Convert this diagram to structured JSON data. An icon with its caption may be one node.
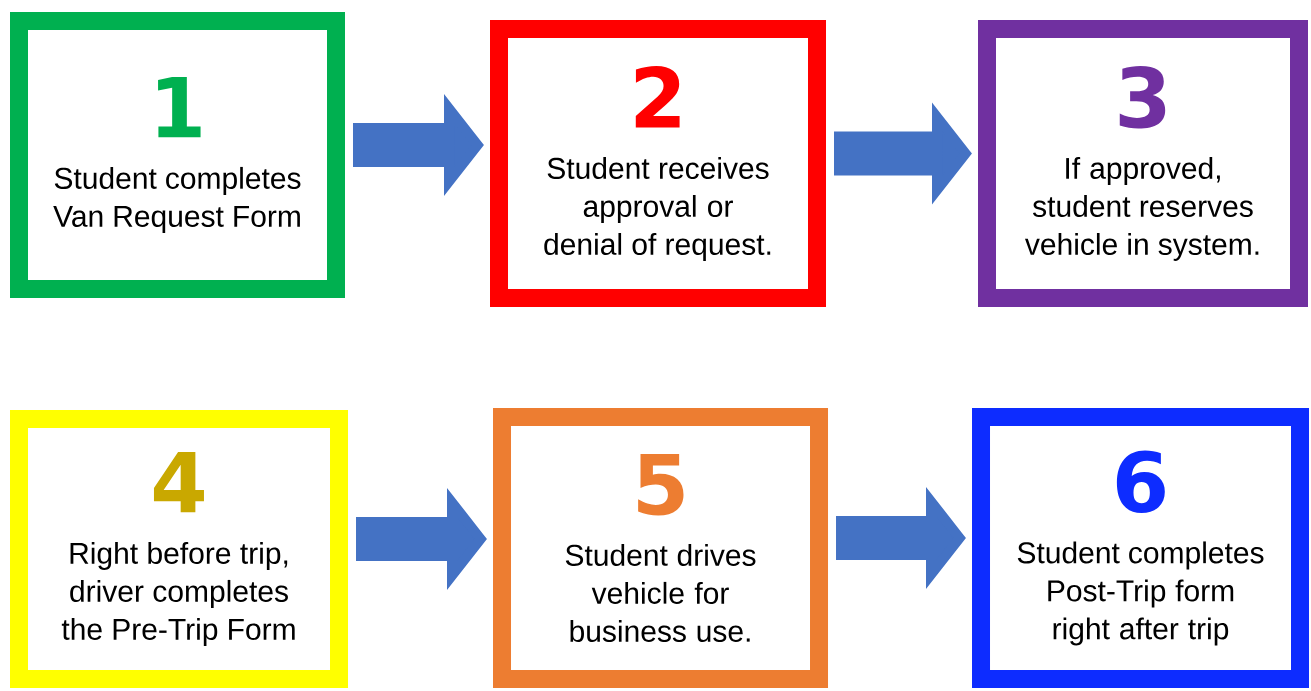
{
  "diagram": {
    "nodes": [
      {
        "text": [
          "1",
          "Student completes Van Request Form"
        ]
      },
      {
        "text": [
          "2",
          "Student receives approval or denial of request."
        ]
      },
      {
        "text": [
          "3",
          "If approved, student reserves vehicle in system."
        ]
      },
      {
        "text": [
          "4",
          "Right before trip, driver completes the Pre-Trip Form"
        ]
      },
      {
        "text": [
          "5",
          "Student drives vehicle for business use."
        ]
      },
      {
        "text": [
          "6",
          "Student completes Post-Trip form right after trip"
        ]
      }
    ],
    "edges": [
      {
        "from": 0,
        "to": 1,
        "arrow": "to"
      },
      {
        "from": 1,
        "to": 2,
        "arrow": "to"
      },
      {
        "from": 3,
        "to": 4,
        "arrow": "to"
      },
      {
        "from": 4,
        "to": 5,
        "arrow": "to"
      }
    ]
  }
}
